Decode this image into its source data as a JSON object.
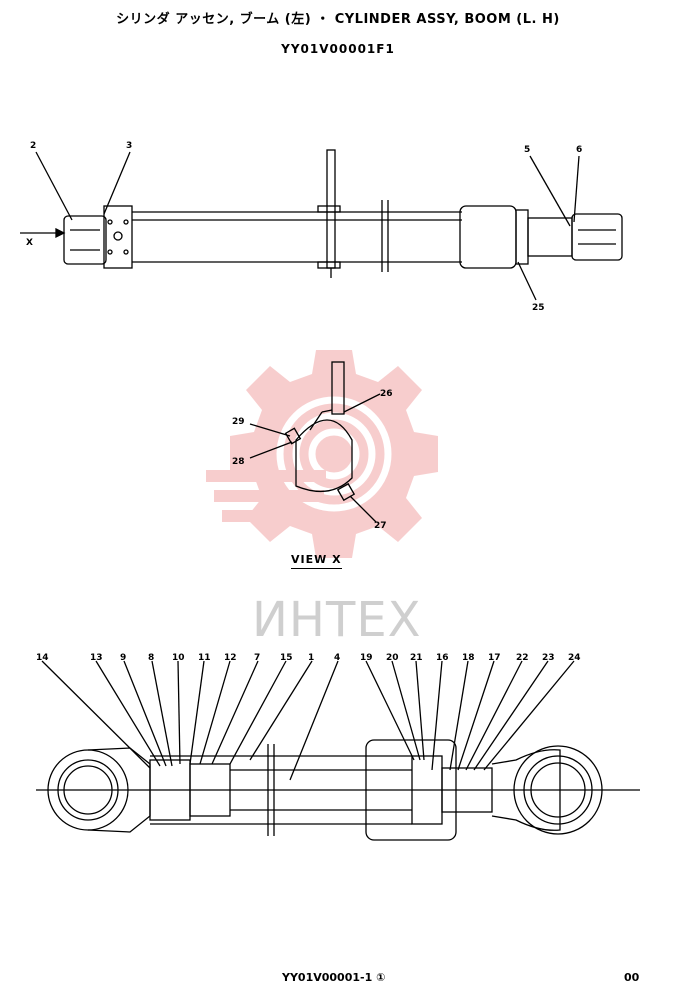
{
  "header": {
    "title": "シリンダ アッセン, ブーム (左) ・ CYLINDER ASSY, BOOM (L. H)",
    "part_number": "YY01V00001F1"
  },
  "view": {
    "label": "VIEW X",
    "direction_mark": "X"
  },
  "watermark": {
    "text": "ИНТЕХ",
    "color": "#f2a6a6"
  },
  "callouts": {
    "top": [
      "2",
      "3",
      "5",
      "6",
      "25"
    ],
    "view_x": [
      "26",
      "29",
      "28",
      "27"
    ],
    "section": [
      "14",
      "13",
      "9",
      "8",
      "10",
      "11",
      "12",
      "7",
      "15",
      "1",
      "4",
      "19",
      "20",
      "21",
      "16",
      "18",
      "17",
      "22",
      "23",
      "24"
    ]
  },
  "footer": {
    "drawing_number": "YY01V00001-1 ①",
    "page": "00"
  }
}
